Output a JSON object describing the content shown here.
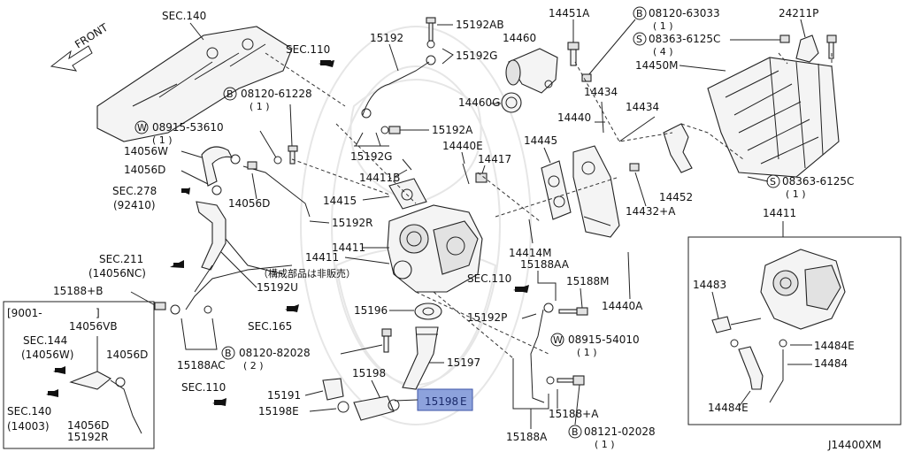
{
  "diagram_code": "J14400XM",
  "front_label": "FRONT",
  "note_jp": "（構成部品は非販売）",
  "highlighted_part": "15198",
  "labels": {
    "sec140_top": "SEC.140",
    "sec110_a": "SEC.110",
    "p15192": "15192",
    "p15192ab": "15192AB",
    "p15192g": "15192G",
    "p14451a": "14451A",
    "b08120_63033": "08120-63033",
    "q1_a": "( 1 )",
    "p24211p": "24211P",
    "p14460": "14460",
    "s08363_6125c_a": "08363-6125C",
    "q4": "( 4 )",
    "p14450m": "14450M",
    "b08120_61228": "08120-61228",
    "q1_b": "( 1 )",
    "p14460g": "14460G",
    "p14434_a": "14434",
    "p14440": "14440",
    "p14434_b": "14434",
    "w08915_53610": "08915-53610",
    "q1_c": "( 1 )",
    "p15192a": "15192A",
    "p14056w": "14056W",
    "p14440e": "14440E",
    "p14445": "14445",
    "p14417": "14417",
    "p14056d_a": "14056D",
    "p15192g_b": "15192G",
    "p14411b": "14411B",
    "s08363_6125c_b": "08363-6125C",
    "q1_d": "( 1 )",
    "sec278": "SEC.278",
    "p92410": "(92410)",
    "p14056d_b": "14056D",
    "p14415": "14415",
    "p14452": "14452",
    "p14432a": "14432+A",
    "p14411_top": "14411",
    "p15192r_a": "15192R",
    "p14414m": "14414M",
    "sec211": "SEC.211",
    "p14056nc": "(14056NC)",
    "p14411": "14411",
    "p15188aa": "15188AA",
    "sec110_b": "SEC.110",
    "p15188m": "15188M",
    "p14483": "14483",
    "p15188b": "15188+B",
    "p15192u": "15192U",
    "bracket_9001": "[9001-",
    "bracket_close": "]",
    "p14056vb": "14056VB",
    "p15196": "15196",
    "p14440a": "14440A",
    "sec165": "SEC.165",
    "p15192p": "15192P",
    "sec144": "SEC.144",
    "p14056w_b": "(14056W)",
    "p14056d_c": "14056D",
    "w08915_54010": "08915-54010",
    "q1_e": "( 1 )",
    "p15188ac": "15188AC",
    "b08120_82028": "08120-82028",
    "q2": "( 2 )",
    "p15197": "15197",
    "p14484e_a": "14484E",
    "p14484": "14484",
    "sec110_c": "SEC.110",
    "p15198": "15198",
    "p15191": "15191",
    "sec140_b": "SEC.140",
    "p14003": "(14003)",
    "p14056d_d": "14056D",
    "p15192r_b": "15192R",
    "p15198e": "15198E",
    "p15188a_plus": "15188+A",
    "p14484e_b": "14484E",
    "p15188a": "15188A",
    "b08121_02028": "08121-02028",
    "q1_f": "( 1 )"
  },
  "callout_symbols": {
    "bolt": "B",
    "screw": "S",
    "washer": "W"
  }
}
